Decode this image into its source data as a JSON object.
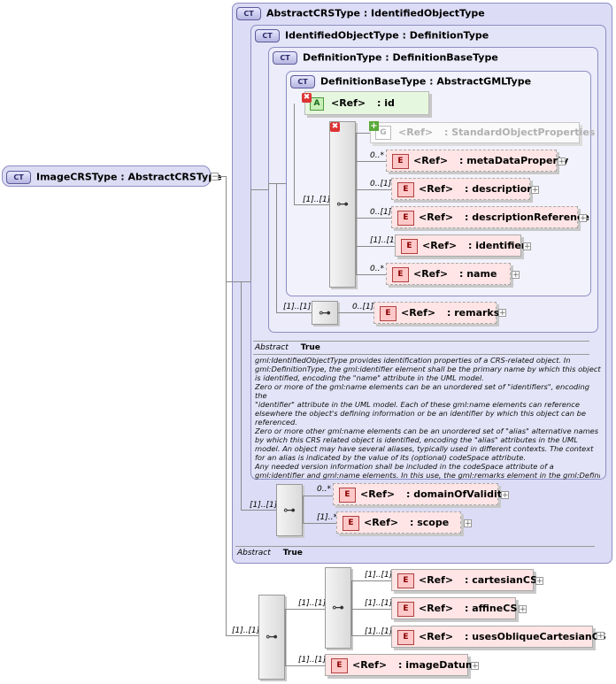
{
  "root": {
    "badge": "CT",
    "label": "ImageCRSType : AbstractCRSType",
    "collapse": "−"
  },
  "types": {
    "abstract_crs": {
      "badge": "CT",
      "label": "AbstractCRSType : IdentifiedObjectType"
    },
    "identified_object": {
      "badge": "CT",
      "label": "IdentifiedObjectType : DefinitionType"
    },
    "definition": {
      "badge": "CT",
      "label": "DefinitionType : DefinitionBaseType"
    },
    "definition_base": {
      "badge": "CT",
      "label": "DefinitionBaseType : AbstractGMLType"
    }
  },
  "attribute": {
    "badge": "A",
    "ref": "<Ref>",
    "name": ": id"
  },
  "group": {
    "badge": "G",
    "ref": "<Ref>",
    "name": ": StandardObjectProperties"
  },
  "elements": {
    "meta_data_property": {
      "mult": "0..*",
      "badge": "E",
      "ref": "<Ref>",
      "name": ": metaDataProperty"
    },
    "description": {
      "mult": "0..[1]",
      "badge": "E",
      "ref": "<Ref>",
      "name": ": description"
    },
    "description_reference": {
      "mult": "0..[1]",
      "badge": "E",
      "ref": "<Ref>",
      "name": ": descriptionReference"
    },
    "identifier": {
      "mult": "[1]..[1]",
      "badge": "E",
      "ref": "<Ref>",
      "name": ": identifier"
    },
    "name": {
      "mult": "0..*",
      "badge": "E",
      "ref": "<Ref>",
      "name": ": name"
    },
    "remarks": {
      "mult": "0..[1]",
      "badge": "E",
      "ref": "<Ref>",
      "name": ": remarks"
    },
    "domain_of_validity": {
      "mult": "0..*",
      "badge": "E",
      "ref": "<Ref>",
      "name": ": domainOfValidity"
    },
    "scope": {
      "mult": "[1]..*",
      "badge": "E",
      "ref": "<Ref>",
      "name": ": scope"
    },
    "cartesian_cs": {
      "mult": "[1]..[1]",
      "badge": "E",
      "ref": "<Ref>",
      "name": ": cartesianCS"
    },
    "affine_cs": {
      "mult": "[1]..[1]",
      "badge": "E",
      "ref": "<Ref>",
      "name": ": affineCS"
    },
    "uses_oblique_cartesian_cs": {
      "mult": "[1]..[1]",
      "badge": "E",
      "ref": "<Ref>",
      "name": ": usesObliqueCartesianCS"
    },
    "image_datum": {
      "mult": "[1]..[1]",
      "badge": "E",
      "ref": "<Ref>",
      "name": ": imageDatum"
    }
  },
  "seq_mults": {
    "definition_base_seq": "[1]..[1]",
    "remarks_seq": "[1]..[1]",
    "crs_seq": "[1]..[1]",
    "outer_seq": "[1]..[1]",
    "cs_choice": "[1]..[1]"
  },
  "plus_sign": "+",
  "remove_sign": "✖",
  "seq_glyph": "⊶",
  "abstract_io": {
    "label": "Abstract",
    "value": "True"
  },
  "abstract_crs": {
    "label": "Abstract",
    "value": "True"
  },
  "documentation": [
    "gml:IdentifiedObjectType provides identification properties of a CRS-related object. In",
    "gml:DefinitionType, the gml:identifier element shall be the primary name by which this object",
    "is identified, encoding the \"name\" attribute in the UML model.",
    "Zero or more of the gml:name elements can be an unordered set of \"identifiers\", encoding the",
    "\"identifier\" attribute in the UML model. Each of these gml:name elements can reference",
    "elsewhere the object's defining information or be an identifier by which this object can be",
    "referenced.",
    "Zero or more other gml:name elements can be an unordered set of \"alias\" alternative names",
    "by which this CRS related object is identified, encoding the \"alias\" attributes in the UML",
    "model. An object may have several aliases, typically used in different contexts. The context",
    "for an alias is indicated by the value of its (optional) codeSpace attribute.",
    "Any needed version information shall be included in the codeSpace attribute of a",
    "gml:identifier and gml:name elements. In this use, the gml:remarks element in the gml:Definiti"
  ]
}
